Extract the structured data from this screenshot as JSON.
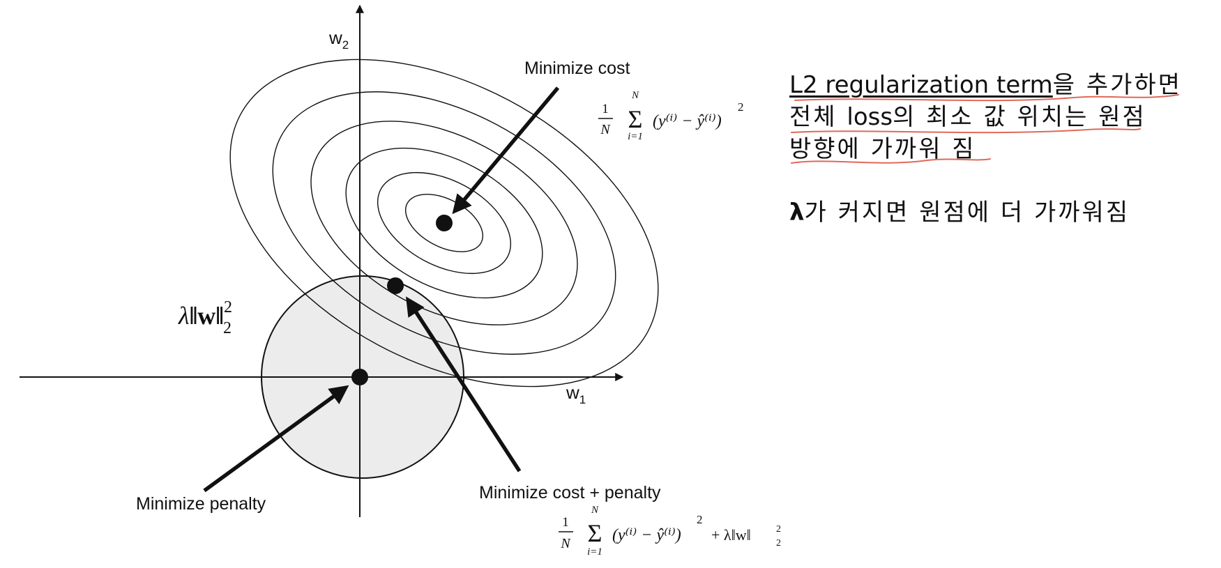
{
  "diagram": {
    "axis_x_label": {
      "base": "w",
      "sub": "1"
    },
    "axis_y_label": {
      "base": "w",
      "sub": "2"
    },
    "penalty_symbol": {
      "lambda": "λ",
      "norm_w": "‖w‖",
      "sub": "2",
      "sup": "2"
    },
    "labels": {
      "minimize_cost": "Minimize cost",
      "minimize_penalty": "Minimize penalty",
      "minimize_cost_penalty": "Minimize cost + penalty"
    },
    "formulas": {
      "cost": {
        "frac_num": "1",
        "frac_den": "N",
        "sum": "Σ",
        "sum_upper": "N",
        "sum_lower": "i=1",
        "body": "(y⁽ⁱ⁾ − ŷ⁽ⁱ⁾)",
        "power": "2"
      },
      "cost_penalty": {
        "frac_num": "1",
        "frac_den": "N",
        "sum": "Σ",
        "sum_upper": "N",
        "sum_lower": "i=1",
        "body": "(y⁽ⁱ⁾ − ŷ⁽ⁱ⁾)",
        "power": "2",
        "penalty": "+ λ‖w‖",
        "penalty_sub": "2",
        "penalty_sup": "2"
      }
    }
  },
  "notes": {
    "line1": {
      "latin": "L2 regularization term",
      "korean": "을 추가하면"
    },
    "line2_a": "전체 ",
    "line2_b": "loss",
    "line2_c": "의 최소 값 위치는 원점",
    "line3": "방향에 가까워 짐",
    "lambda_sym": "λ",
    "lambda_rest": "가 커지면 원점에 더 가까워짐"
  },
  "colors": {
    "ink": "#111111",
    "circle_fill": "#ececec",
    "underline_red": "#e0695a"
  }
}
